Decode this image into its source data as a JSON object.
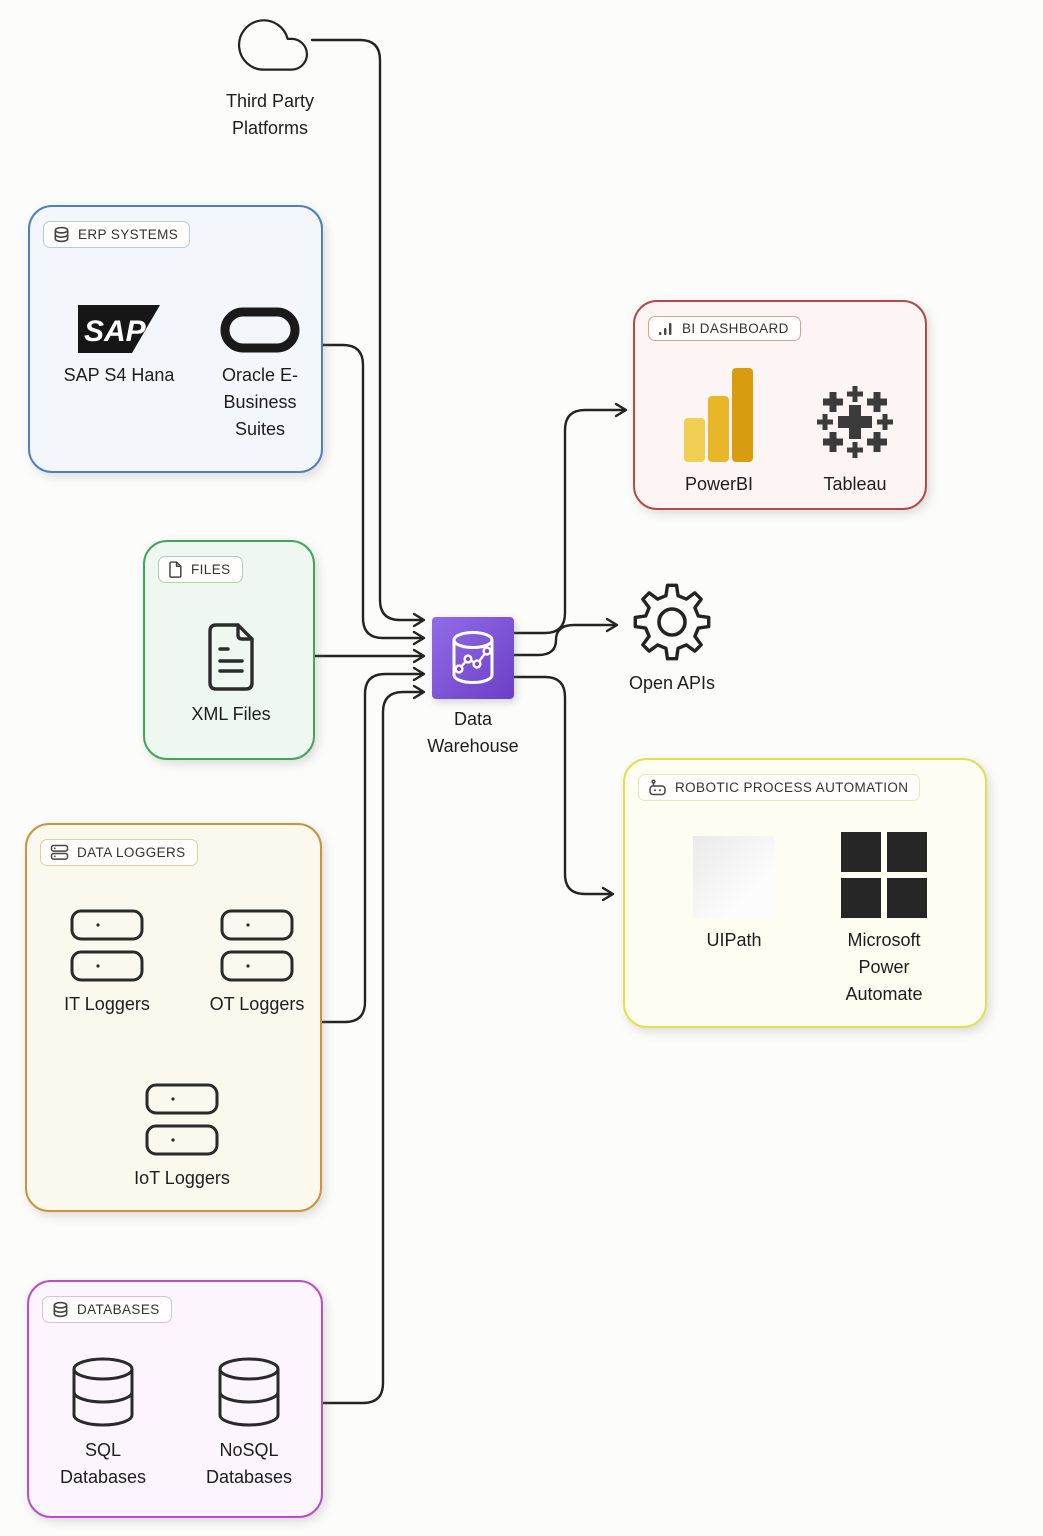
{
  "cloud": {
    "label": "Third Party Platforms"
  },
  "warehouse": {
    "label": "Data Warehouse"
  },
  "open_apis": {
    "label": "Open APIs"
  },
  "groups": {
    "erp": {
      "badge": "ERP SYSTEMS",
      "items": [
        {
          "label": "SAP S4 Hana",
          "logo_text": "SAP"
        },
        {
          "label": "Oracle E-Business Suites"
        }
      ]
    },
    "files": {
      "badge": "FILES",
      "items": [
        {
          "label": "XML Files"
        }
      ]
    },
    "loggers": {
      "badge": "DATA LOGGERS",
      "items": [
        {
          "label": "IT Loggers"
        },
        {
          "label": "OT Loggers"
        },
        {
          "label": "IoT Loggers"
        }
      ]
    },
    "databases": {
      "badge": "DATABASES",
      "items": [
        {
          "label": "SQL Databases"
        },
        {
          "label": "NoSQL Databases"
        }
      ]
    },
    "bi": {
      "badge": "BI DASHBOARD",
      "items": [
        {
          "label": "PowerBI"
        },
        {
          "label": "Tableau"
        }
      ]
    },
    "rpa": {
      "badge": "ROBOTIC PROCESS AUTOMATION",
      "items": [
        {
          "label": "UIPath"
        },
        {
          "label": "Microsoft Power Automate"
        }
      ]
    }
  },
  "colors": {
    "connector": "#232323",
    "erp_border": "#4e80c1",
    "files_border": "#44a45c",
    "loggers_border": "#c9953a",
    "databases_border": "#bb4ec8",
    "bi_border": "#b14b45",
    "rpa_border": "#dfe24c",
    "warehouse_gradient_start": "#906ce8",
    "warehouse_gradient_end": "#6c3fc5",
    "powerbi_light": "#f1cf52",
    "powerbi_mid": "#e9b62a",
    "powerbi_dark": "#d89c0e",
    "tableau_gray": "#3b3b3b",
    "microsoft_black": "#262626"
  }
}
